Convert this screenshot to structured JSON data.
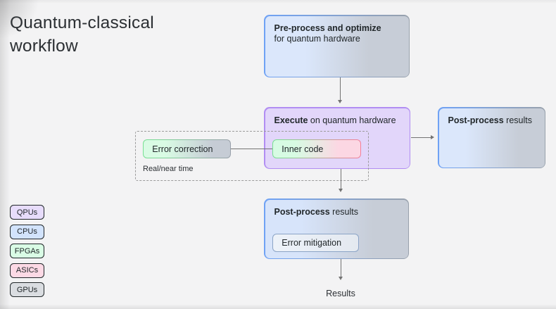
{
  "page": {
    "title_line1": "Quantum-classical",
    "title_line2": "workflow"
  },
  "diagram": {
    "preprocess": {
      "bold": "Pre-process and optimize",
      "rest": "for quantum hardware"
    },
    "execute": {
      "bold": "Execute",
      "rest": " on quantum hardware"
    },
    "inner_code_label": "Inner code",
    "error_correction_label": "Error correction",
    "realtime_label": "Real/near time",
    "postprocess_right": {
      "bold": "Post-process",
      "rest": " results"
    },
    "postprocess_bottom": {
      "bold": "Post-process",
      "rest": " results"
    },
    "error_mitigation_label": "Error mitigation",
    "results_label": "Results"
  },
  "legend": {
    "items": [
      {
        "label": "QPUs",
        "fill": "#e7dcfb",
        "border": "#b493f0"
      },
      {
        "label": "CPUs",
        "fill": "#d2e3fc",
        "border": "#70a3f8"
      },
      {
        "label": "FPGAs",
        "fill": "#d9fce5",
        "border": "#7fe195"
      },
      {
        "label": "ASICs",
        "fill": "#fcd9e5",
        "border": "#f285a3"
      },
      {
        "label": "GPUs",
        "fill": "#dadde1",
        "border": "#989fa7"
      }
    ]
  },
  "colors": {
    "background": "#f3f3f4",
    "text": "#21272a",
    "connector": "#737373",
    "qpu_purple_fill": "#e2d6fa",
    "qpu_purple_border": "#b18df2",
    "cpu_blue_fill": "#dbe7fb",
    "cpu_blue_border": "#6fa2f5",
    "fpga_green_fill": "#d9fbe4",
    "fpga_green_border": "#78e093",
    "asic_pink_fill": "#fcd7e3",
    "asic_pink_border": "#f27e99",
    "gpu_gray_fill": "#c7cdd7",
    "gpu_gray_border": "#98a1ac"
  }
}
